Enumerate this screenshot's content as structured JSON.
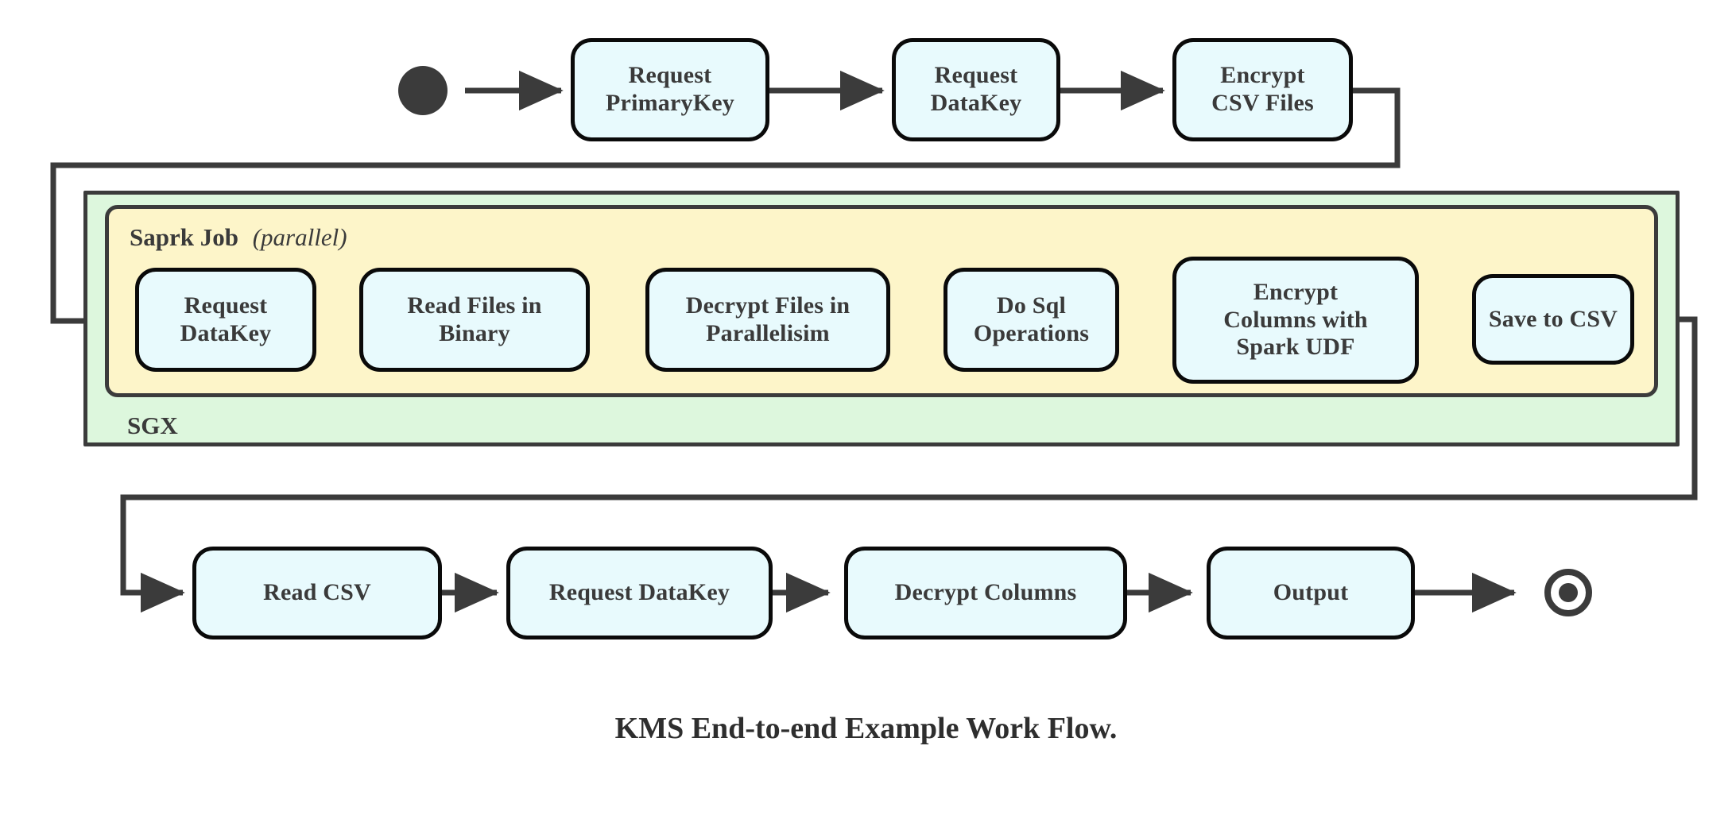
{
  "diagram": {
    "caption": "KMS End-to-end Example Work Flow.",
    "colors": {
      "node_fill": "#e8fafd",
      "node_border": "#0a0a0a",
      "sgx_fill": "#ddf7dd",
      "spark_fill": "#fdf5c9",
      "line": "#3b3b3b",
      "text": "#3a3a3a"
    },
    "containers": {
      "sgx": {
        "label": "SGX"
      },
      "spark": {
        "label": "Saprk Job",
        "modifier": "(parallel)"
      }
    },
    "markers": {
      "start": "start-node",
      "end": "end-node"
    },
    "rows": {
      "top": [
        {
          "id": "request-primarykey",
          "lines": [
            "Request",
            "PrimaryKey"
          ]
        },
        {
          "id": "request-datakey-top",
          "lines": [
            "Request",
            "DataKey"
          ]
        },
        {
          "id": "encrypt-csv-files",
          "lines": [
            "Encrypt",
            "CSV Files"
          ]
        }
      ],
      "spark": [
        {
          "id": "request-datakey-spark",
          "lines": [
            "Request",
            "DataKey"
          ]
        },
        {
          "id": "read-files-in-binary",
          "lines": [
            "Read Files in",
            "Binary"
          ]
        },
        {
          "id": "decrypt-files-in-parallelisim",
          "lines": [
            "Decrypt Files in",
            "Parallelisim"
          ]
        },
        {
          "id": "do-sql-operations",
          "lines": [
            "Do Sql",
            "Operations"
          ]
        },
        {
          "id": "encrypt-columns-with-spark-udf",
          "lines": [
            "Encrypt",
            "Columns with",
            "Spark UDF"
          ]
        },
        {
          "id": "save-to-csv",
          "lines": [
            "Save to CSV"
          ]
        }
      ],
      "bottom": [
        {
          "id": "read-csv",
          "lines": [
            "Read CSV"
          ]
        },
        {
          "id": "request-datakey-bottom",
          "lines": [
            "Request DataKey"
          ]
        },
        {
          "id": "decrypt-columns",
          "lines": [
            "Decrypt Columns"
          ]
        },
        {
          "id": "output",
          "lines": [
            "Output"
          ]
        }
      ]
    }
  }
}
